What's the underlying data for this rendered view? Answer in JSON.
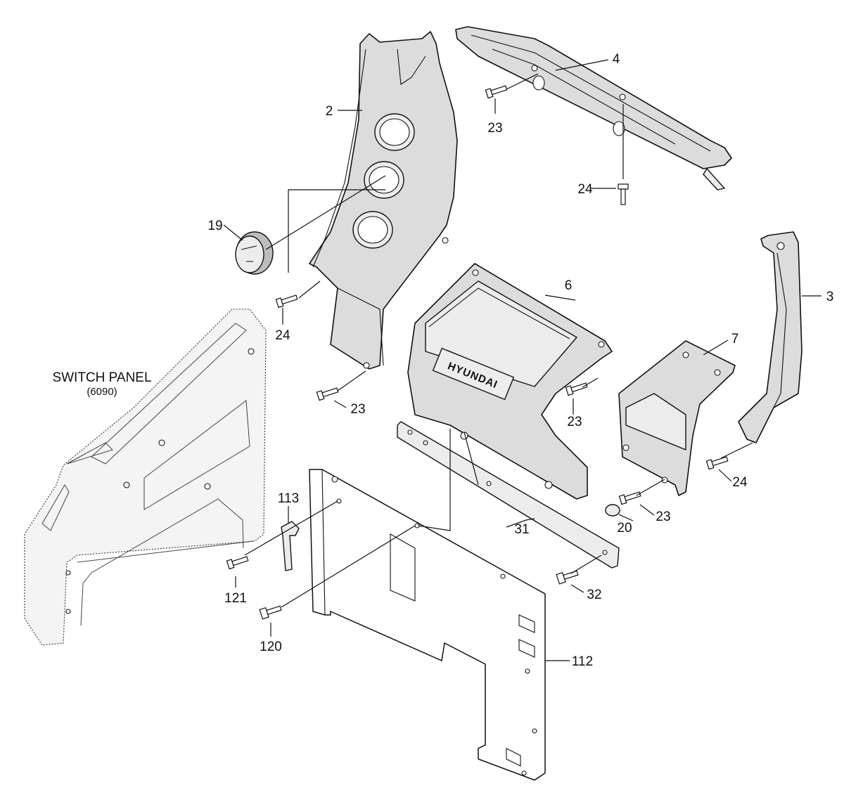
{
  "diagram": {
    "parts": {
      "p2": "2",
      "p3": "3",
      "p4": "4",
      "p6": "6",
      "p7": "7",
      "p19": "19",
      "p20": "20",
      "p23a": "23",
      "p23b": "23",
      "p23c": "23",
      "p23d": "23",
      "p24a": "24",
      "p24b": "24",
      "p24c": "24",
      "p31": "31",
      "p32": "32",
      "p112": "112",
      "p113": "113",
      "p120": "120",
      "p121": "121"
    },
    "switch_panel": {
      "line1": "SWITCH PANEL",
      "line2": "(6090)"
    },
    "brand": "HYUNDAI"
  }
}
